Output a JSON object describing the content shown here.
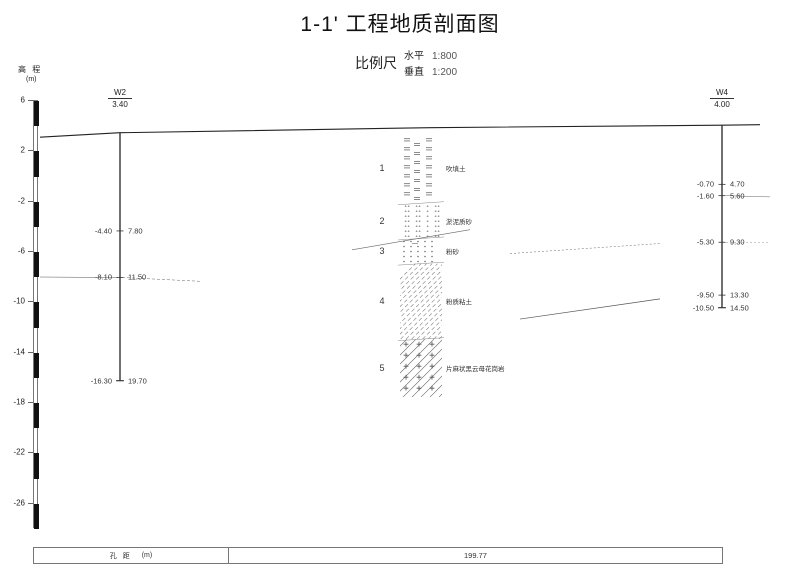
{
  "drawing": {
    "title": "1-1' 工程地质剖面图",
    "scale": {
      "label": "比例尺",
      "rows": [
        {
          "direction": "水平",
          "ratio": "1:800"
        },
        {
          "direction": "垂直",
          "ratio": "1:200"
        }
      ]
    }
  },
  "axis": {
    "caption": "高 程",
    "unit": "(m)",
    "ticks": [
      "6",
      "2",
      "-2",
      "-6",
      "-10",
      "-14",
      "-18",
      "-22",
      "-26"
    ],
    "tick_values": [
      6,
      2,
      -2,
      -6,
      -10,
      -14,
      -18,
      -22,
      -26
    ],
    "range_top": 6,
    "range_bottom": -28
  },
  "boreholes": [
    {
      "name": "W2",
      "elevation": "3.40",
      "elevation_value": 3.4,
      "bottom_elevation": -16.3,
      "bottom_depth": 19.7,
      "annotations": [
        {
          "elev": "-4.40",
          "depth": "7.80",
          "elev_value": -4.4
        },
        {
          "elev": "-8.10",
          "depth": "11.50",
          "elev_value": -8.1
        },
        {
          "elev": "-16.30",
          "depth": "19.70",
          "elev_value": -16.3
        }
      ]
    },
    {
      "name": "W4",
      "elevation": "4.00",
      "elevation_value": 4.0,
      "bottom_elevation": -10.5,
      "bottom_depth": 14.5,
      "annotations": [
        {
          "elev": "-0.70",
          "depth": "4.70",
          "elev_value": -0.7
        },
        {
          "elev": "-1.60",
          "depth": "5.60",
          "elev_value": -1.6
        },
        {
          "elev": "-5.30",
          "depth": "9.30",
          "elev_value": -5.3
        },
        {
          "elev": "-9.50",
          "depth": "13.30",
          "elev_value": -9.5
        },
        {
          "elev": "-10.50",
          "depth": "14.50",
          "elev_value": -10.5
        }
      ]
    }
  ],
  "layers": [
    {
      "no": "1",
      "name": "吹填土"
    },
    {
      "no": "2",
      "name": "淤泥质砂"
    },
    {
      "no": "3",
      "name": "粉砂"
    },
    {
      "no": "4",
      "name": "粉质粘土"
    },
    {
      "no": "5",
      "name": "片麻状黑云母花岗岩"
    }
  ],
  "bottom_table": {
    "header_label": "孔 距",
    "header_unit": "(m)",
    "spacing": "199.77"
  },
  "colors": {
    "ink": "#1a1a1a",
    "line": "#333333",
    "grid": "#777777",
    "hatch": "#555555"
  }
}
